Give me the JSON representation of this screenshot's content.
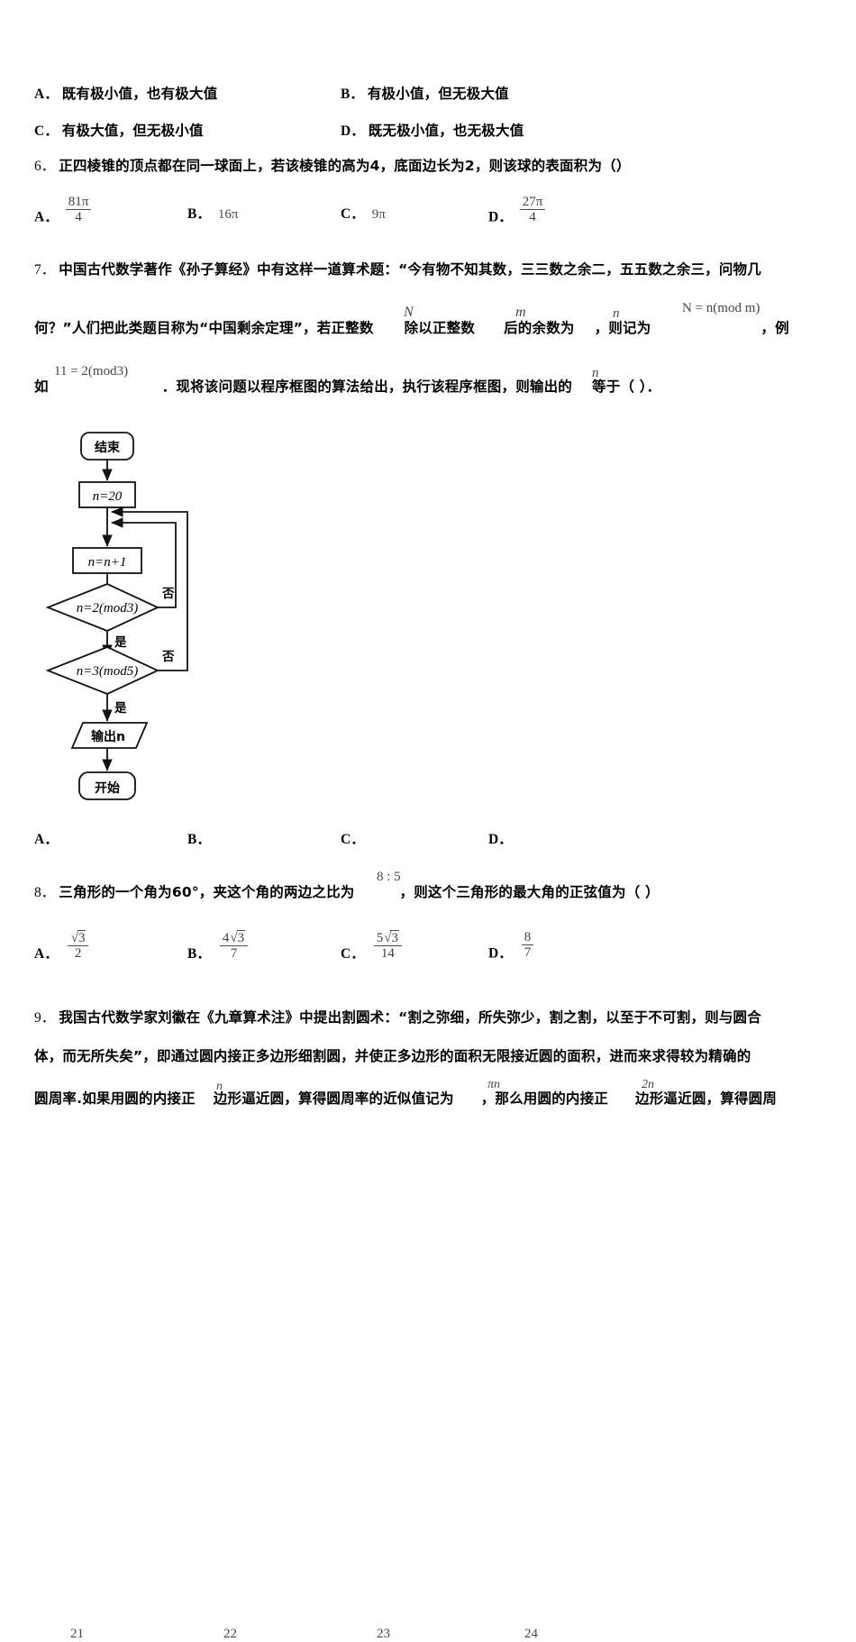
{
  "document": {
    "type": "math-exam-paper",
    "language": "zh-CN"
  },
  "q5_options": {
    "a_letter": "A．",
    "a_text": "既有极小值，也有极大值",
    "b_letter": "B．",
    "b_text": "有极小值，但无极大值",
    "c_letter": "C．",
    "c_text": "有极大值，但无极小值",
    "d_letter": "D．",
    "d_text": "既无极小值，也无极大值"
  },
  "q6": {
    "number": "6．",
    "stem": "正四棱锥的顶点都在同一球面上，若该棱锥的高为4，底面边长为2，则该球的表面积为（）",
    "options": [
      {
        "letter": "A．",
        "type": "fraction",
        "num": "81π",
        "den": "4"
      },
      {
        "letter": "B．",
        "type": "plain",
        "value": "16π"
      },
      {
        "letter": "C．",
        "type": "plain",
        "value": "9π"
      },
      {
        "letter": "D．",
        "type": "fraction",
        "num": "27π",
        "den": "4"
      }
    ]
  },
  "q7": {
    "number": "7．",
    "line1": "中国古代数学著作《孙子算经》中有这样一道算术题：“今有物不知其数，三三数之余二，五五数之余三，问物几",
    "line2_a": "何？”人们把此类题目称为“中国剩余定理”，若正整数",
    "line2_m1": "N",
    "line2_b": "除以正整数",
    "line2_m2": "m",
    "line2_c": "后的余数为",
    "line2_m3": "n",
    "line2_d": "，则记为",
    "line2_m4": "N = n(mod m)",
    "line2_e": "，例",
    "line3_a": "如",
    "line3_m1": "11 = 2(mod3)",
    "line3_b": "．现将该问题以程序框图的算法给出，执行该程序框图，则输出的",
    "line3_m2": "n",
    "line3_c": "等于（  ）．",
    "options": [
      {
        "letter": "A．",
        "value": "21"
      },
      {
        "letter": "B．",
        "value": "22"
      },
      {
        "letter": "C．",
        "value": "23"
      },
      {
        "letter": "D．",
        "value": "24"
      }
    ]
  },
  "flowchart": {
    "nodes": {
      "end_terminal": "结束",
      "init": "n=20",
      "increment": "n=n+1",
      "decision1": "n=2(mod3)",
      "decision2": "n=3(mod5)",
      "output": "输出n",
      "start_terminal": "开始"
    },
    "edge_labels": {
      "no1": "否",
      "yes1": "是",
      "no2": "否",
      "yes2": "是"
    }
  },
  "q8": {
    "number": "8．",
    "stem_a": "三角形的一个角为60°，夹这个角的两边之比为",
    "stem_ratio": "8 : 5",
    "stem_b": "，则这个三角形的最大角的正弦值为（  ）",
    "options": [
      {
        "letter": "A．",
        "num_prefix": "",
        "num_root": "3",
        "den": "2"
      },
      {
        "letter": "B．",
        "num_prefix": "4",
        "num_root": "3",
        "den": "7"
      },
      {
        "letter": "C．",
        "num_prefix": "5",
        "num_root": "3",
        "den": "14"
      },
      {
        "letter": "D．",
        "num_prefix": "8",
        "num_root": "",
        "den": "7"
      }
    ]
  },
  "q9": {
    "number": "9．",
    "line1": "我国古代数学家刘徽在《九章算术注》中提出割圆术：“割之弥细，所失弥少，割之割，以至于不可割，则与圆合",
    "line2": "体，而无所失矣”，即通过圆内接正多边形细割圆，并使正多边形的面积无限接近圆的面积，进而来求得较为精确的",
    "line3_a": "圆周率.如果用圆的内接正",
    "line3_m1": "n",
    "line3_b": "边形逼近圆，算得圆周率的近似值记为",
    "line3_m2": "πn",
    "line3_c": "，那么用圆的内接正",
    "line3_m3": "2n",
    "line3_d": "边形逼近圆，算得圆周"
  },
  "colors": {
    "text": "#000000",
    "math": "#454545",
    "page_bg": "#ffffff",
    "stroke": "#1a1a1a"
  }
}
